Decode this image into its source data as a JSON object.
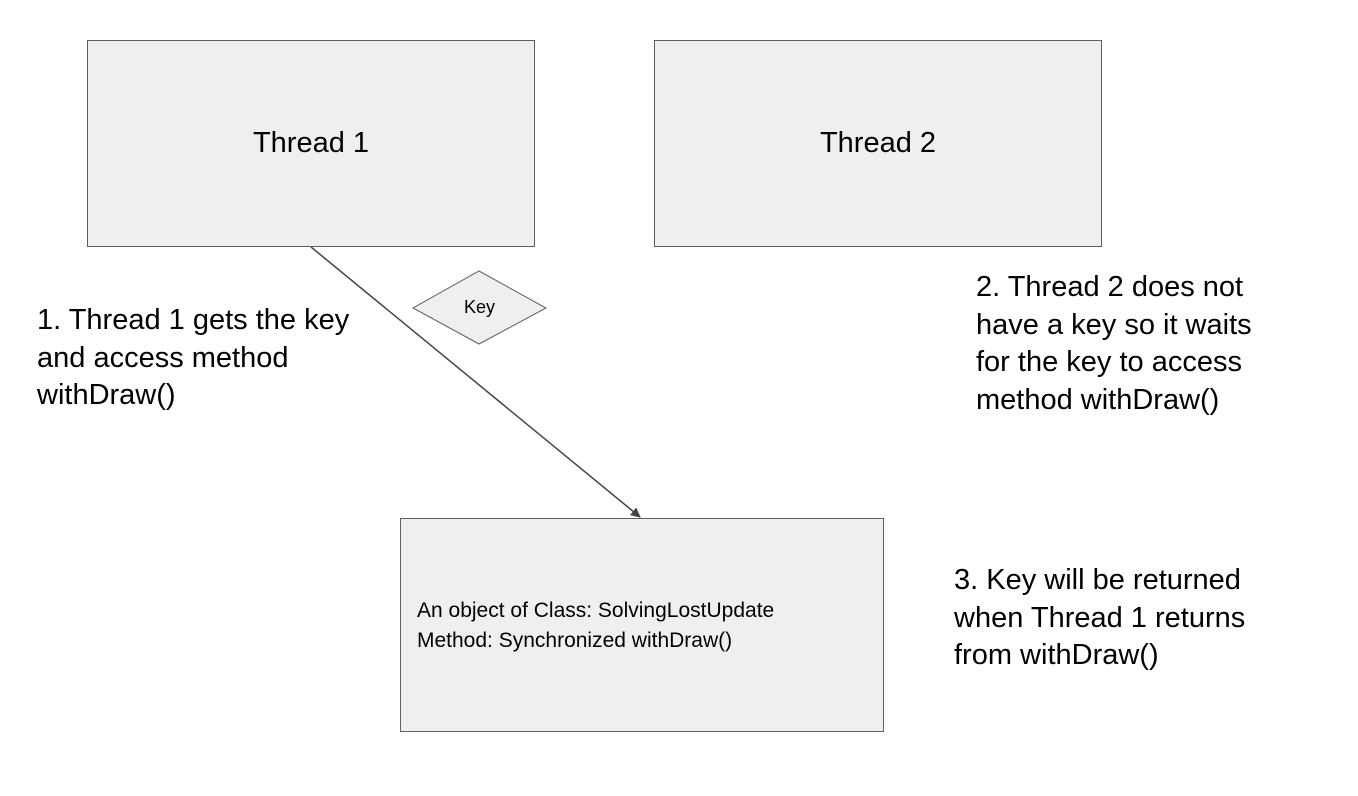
{
  "nodes": {
    "thread1": {
      "label": "Thread 1"
    },
    "thread2": {
      "label": "Thread 2"
    },
    "key": {
      "label": "Key"
    },
    "object": {
      "class_line": "An object of Class: SolvingLostUpdate",
      "method_line": "Method: Synchronized withDraw()"
    }
  },
  "notes": {
    "step1": {
      "lines": [
        "1. Thread 1 gets the key",
        "and access method",
        "withDraw()"
      ]
    },
    "step2": {
      "lines": [
        "2. Thread 2 does not",
        "have a key so it waits",
        "for the key to access",
        "method withDraw()"
      ]
    },
    "step3": {
      "lines": [
        "3. Key will be returned",
        "when Thread 1 returns",
        "from withDraw()"
      ]
    }
  },
  "colors": {
    "box_fill": "#efefef",
    "box_border": "#5f5f5f",
    "arrow": "#444444",
    "text": "#000000"
  }
}
